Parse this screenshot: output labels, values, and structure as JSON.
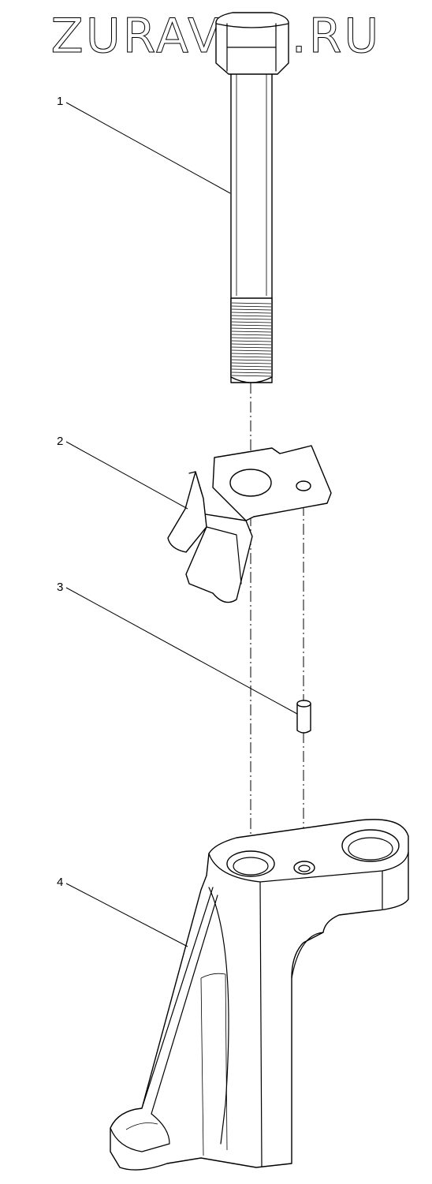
{
  "watermark": "ZURAVTO.RU",
  "callouts": {
    "c1": "1",
    "c2": "2",
    "c3": "3",
    "c4": "4"
  }
}
